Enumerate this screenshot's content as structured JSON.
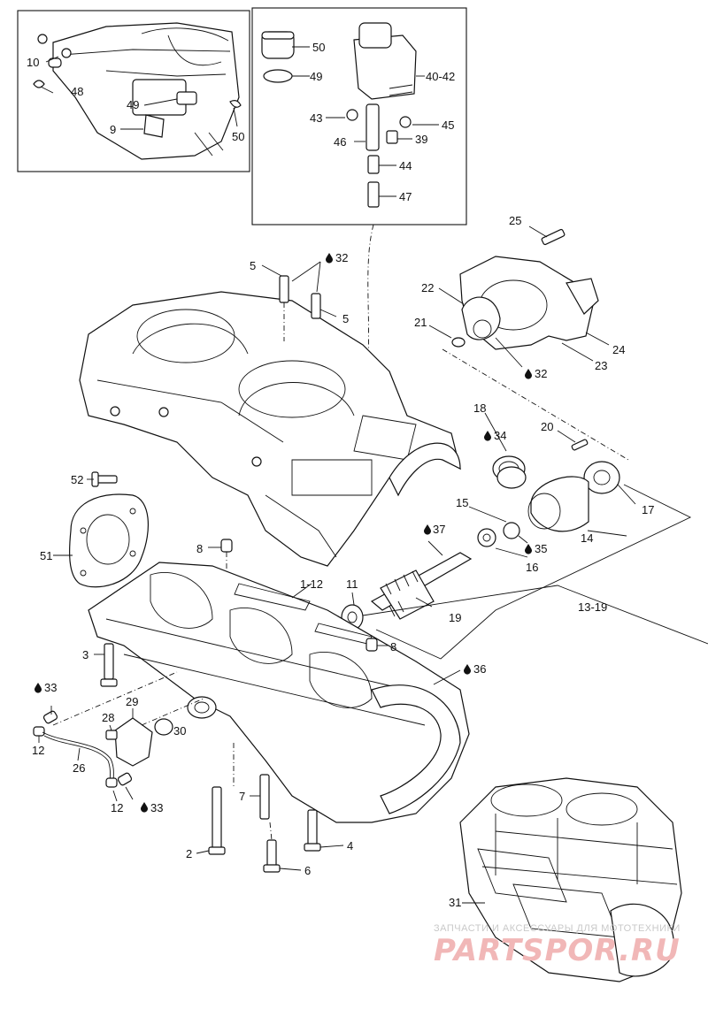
{
  "diagram": {
    "callouts": {
      "c1": "10",
      "c2": "48",
      "c3": "49",
      "c4": "9",
      "c5": "50",
      "c6": "50",
      "c7": "49",
      "c8": "40-42",
      "c9": "43",
      "c10": "45",
      "c11": "46",
      "c12": "39",
      "c13": "44",
      "c14": "47",
      "c15": "25",
      "c16": "5",
      "c17": "32",
      "c18": "5",
      "c19": "22",
      "c20": "21",
      "c21": "24",
      "c22": "23",
      "c23": "32",
      "c24": "18",
      "c25": "34",
      "c26": "20",
      "c27": "52",
      "c28": "17",
      "c29": "51",
      "c30": "15",
      "c31": "37",
      "c32": "14",
      "c33": "35",
      "c34": "16",
      "c35": "8",
      "c36": "1-12",
      "c37": "11",
      "c38": "13-19",
      "c39": "19",
      "c40": "8",
      "c41": "3",
      "c42": "36",
      "c43": "33",
      "c44": "29",
      "c45": "28",
      "c46": "30",
      "c47": "12",
      "c48": "26",
      "c49": "12",
      "c50": "33",
      "c51": "7",
      "c52": "4",
      "c53": "2",
      "c54": "6",
      "c55": "31"
    },
    "watermark": {
      "top_text": "ЗАПЧАСТИ И АКСЕССУАРЫ ДЛЯ МОТОТЕХНИКИ",
      "main_text": "PARTSPOR.RU"
    }
  }
}
